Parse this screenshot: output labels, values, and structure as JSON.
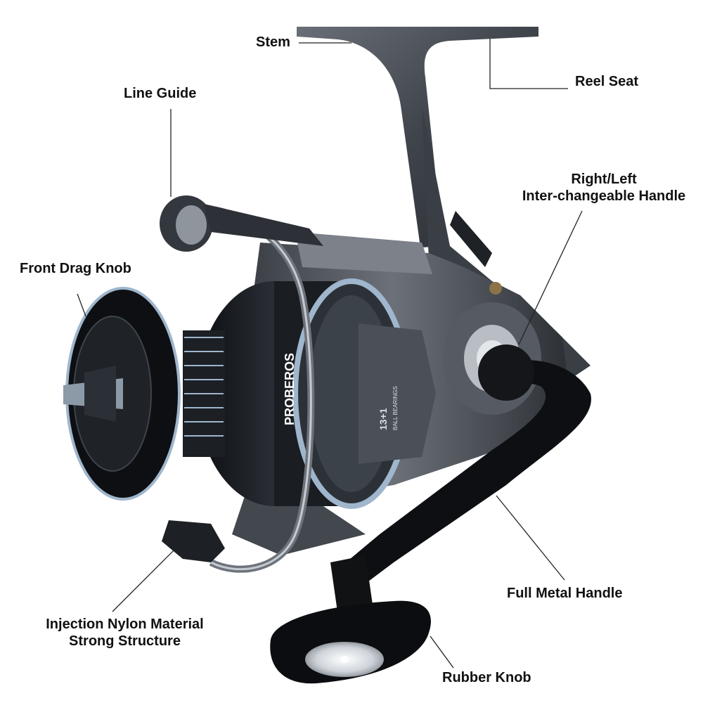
{
  "brand": "PROBEROS",
  "spool_badge": {
    "number": "13+1",
    "text": "BALL BEARINGS"
  },
  "callouts": {
    "stem": "Stem",
    "reel_seat": "Reel Seat",
    "line_guide": "Line Guide",
    "handle_line1": "Right/Left",
    "handle_line2": "Inter-changeable Handle",
    "front_drag_knob": "Front Drag Knob",
    "full_metal_handle": "Full Metal Handle",
    "nylon_line1": "Injection Nylon Material",
    "nylon_line2": "Strong Structure",
    "rubber_knob": "Rubber Knob"
  },
  "colors": {
    "body_dark": "#2e3238",
    "body_gray": "#5b6068",
    "spool_black": "#101215",
    "accent_blue": "#9fb6cc",
    "handle_black": "#0d0d0f"
  }
}
